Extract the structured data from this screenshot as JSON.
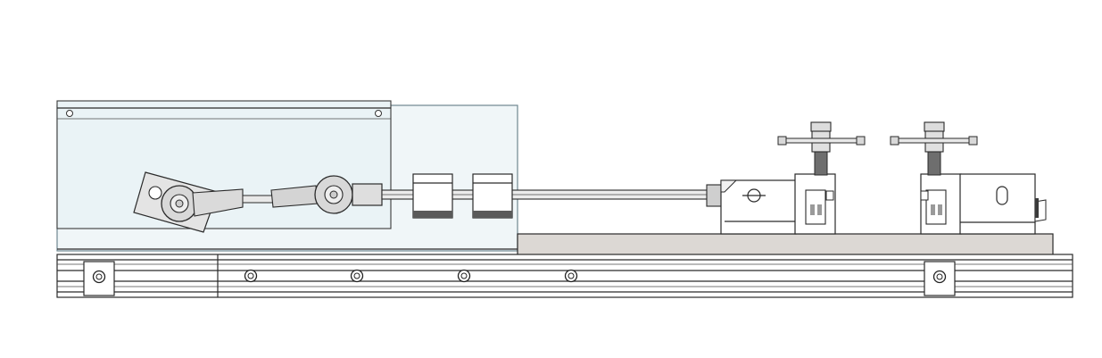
{
  "diagram": {
    "background": "#ffffff",
    "colors": {
      "line": "#2a2a2a",
      "glass": "#eef5f7",
      "glass_edge": "#8aa0a8",
      "metal_light": "#e6e6e6",
      "metal_mid": "#cfcfcf",
      "metal_dark": "#7a7a7a",
      "base_plate": "#dcd8d4",
      "block_dark": "#5a5a5a"
    },
    "components": {
      "rail_bolt_count": 4,
      "bracket_count": 2,
      "clamp_count": 2,
      "t_handle_count": 2
    }
  }
}
